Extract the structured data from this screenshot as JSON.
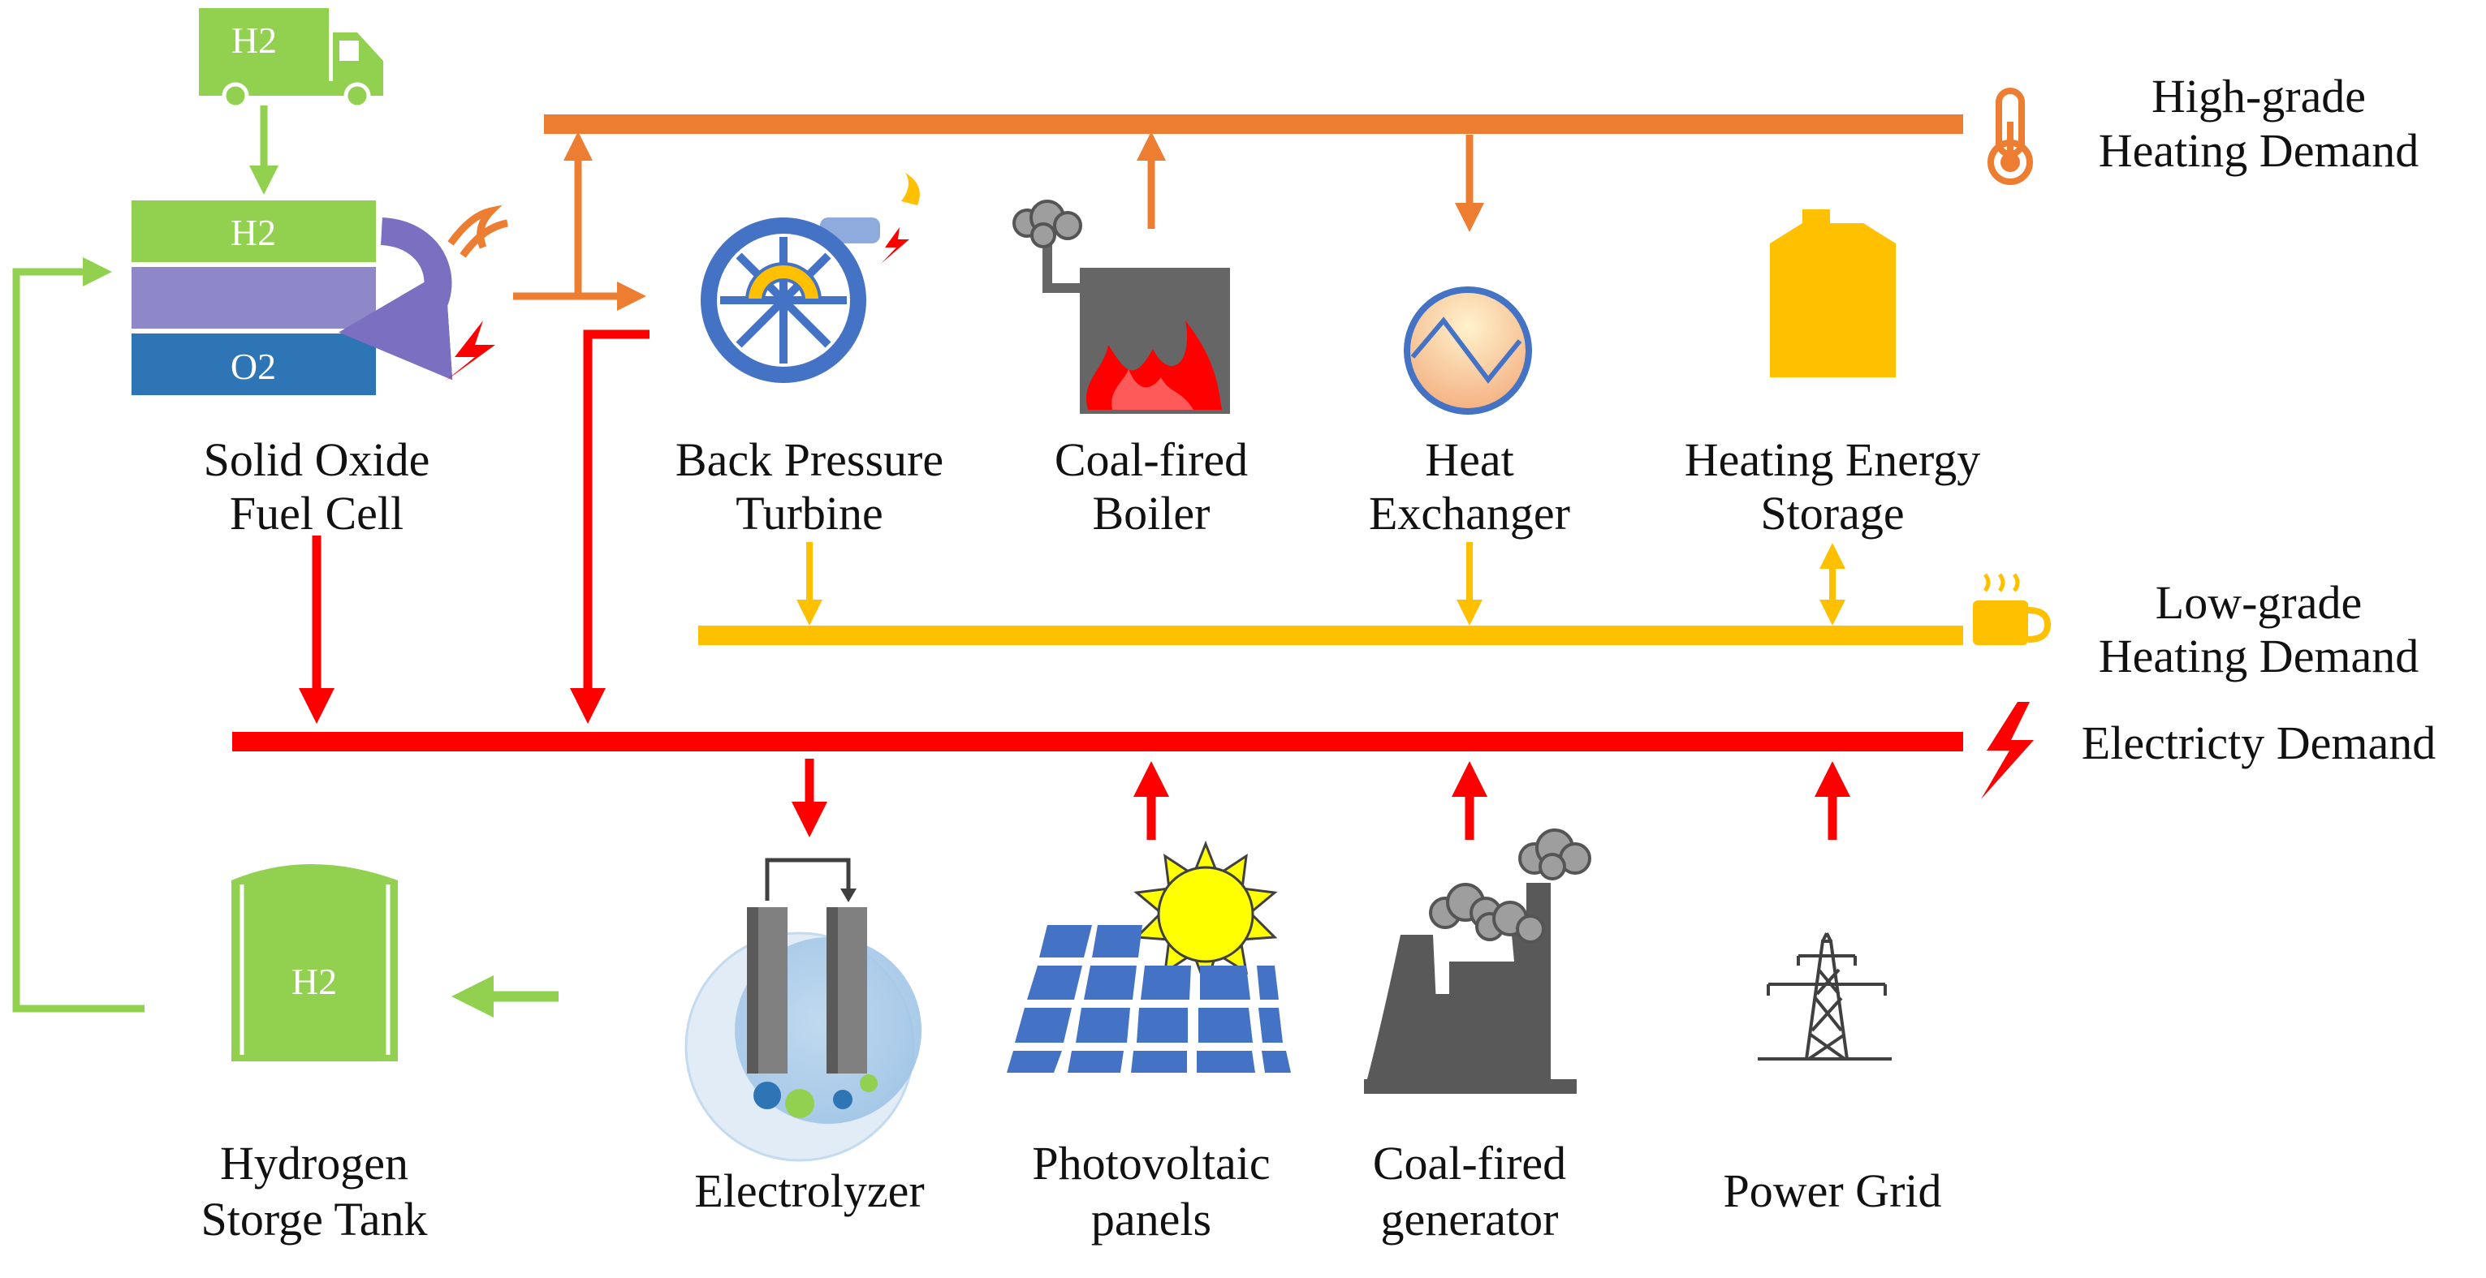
{
  "colors": {
    "high_grade_bus": "#ED7D31",
    "low_grade_bus": "#FFC000",
    "electricity_bus": "#FF0000",
    "hydrogen": "#92D050",
    "fuel_cell_mid": "#8E88C8",
    "oxygen": "#2E75B6",
    "turbine_blue": "#4472C4",
    "coal_gray": "#666666"
  },
  "buses": {
    "high_grade": {
      "line1": "High-grade",
      "line2": "Heating Demand",
      "icon": "thermometer-icon"
    },
    "low_grade": {
      "line1": "Low-grade",
      "line2": "Heating Demand",
      "icon": "steaming-cup-icon"
    },
    "electricity": {
      "label": "Electricty Demand",
      "icon": "lightning-icon"
    }
  },
  "components": {
    "sofc": {
      "line1": "Solid Oxide",
      "line2": "Fuel Cell",
      "top_chem": "H2",
      "bottom_chem": "O2"
    },
    "truck": {
      "chem": "H2",
      "icon": "hydrogen-truck-icon"
    },
    "turbine": {
      "line1": "Back Pressure",
      "line2": "Turbine",
      "icon": "turbine-icon"
    },
    "boiler": {
      "line1": "Coal-fired",
      "line2": "Boiler",
      "icon": "boiler-icon"
    },
    "exchanger": {
      "line1": "Heat",
      "line2": "Exchanger",
      "icon": "heat-exchanger-icon"
    },
    "storage": {
      "line1": "Heating Energy",
      "line2": "Storage",
      "icon": "heat-storage-tank-icon"
    },
    "h2_tank": {
      "line1": "Hydrogen",
      "line2": "Storge Tank",
      "chem": "H2",
      "icon": "hydrogen-tank-icon"
    },
    "electrolyzer": {
      "label": "Electrolyzer",
      "icon": "electrolyzer-icon"
    },
    "pv": {
      "line1": "Photovoltaic",
      "line2": "panels",
      "icon": "solar-panel-icon"
    },
    "generator": {
      "line1": "Coal-fired",
      "line2": "generator",
      "icon": "power-plant-icon"
    },
    "grid": {
      "label": "Power Grid",
      "icon": "transmission-tower-icon"
    }
  }
}
